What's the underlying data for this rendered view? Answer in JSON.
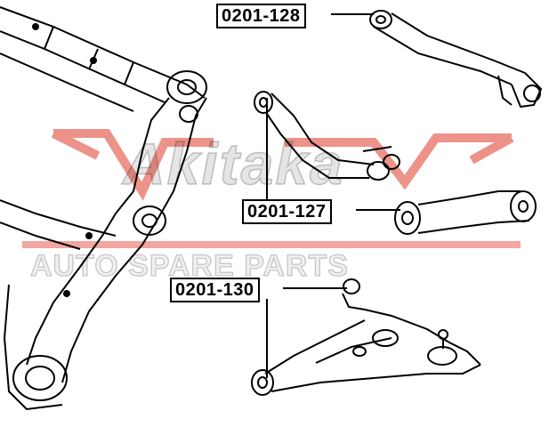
{
  "parts": {
    "top_arm": "0201-128",
    "middle_arm": "0201-127",
    "lower_arm": "0201-130"
  },
  "watermark": {
    "brand": "Akitaka",
    "tagline": "AUTO SPARE PARTS",
    "color": "#e03a2a"
  }
}
